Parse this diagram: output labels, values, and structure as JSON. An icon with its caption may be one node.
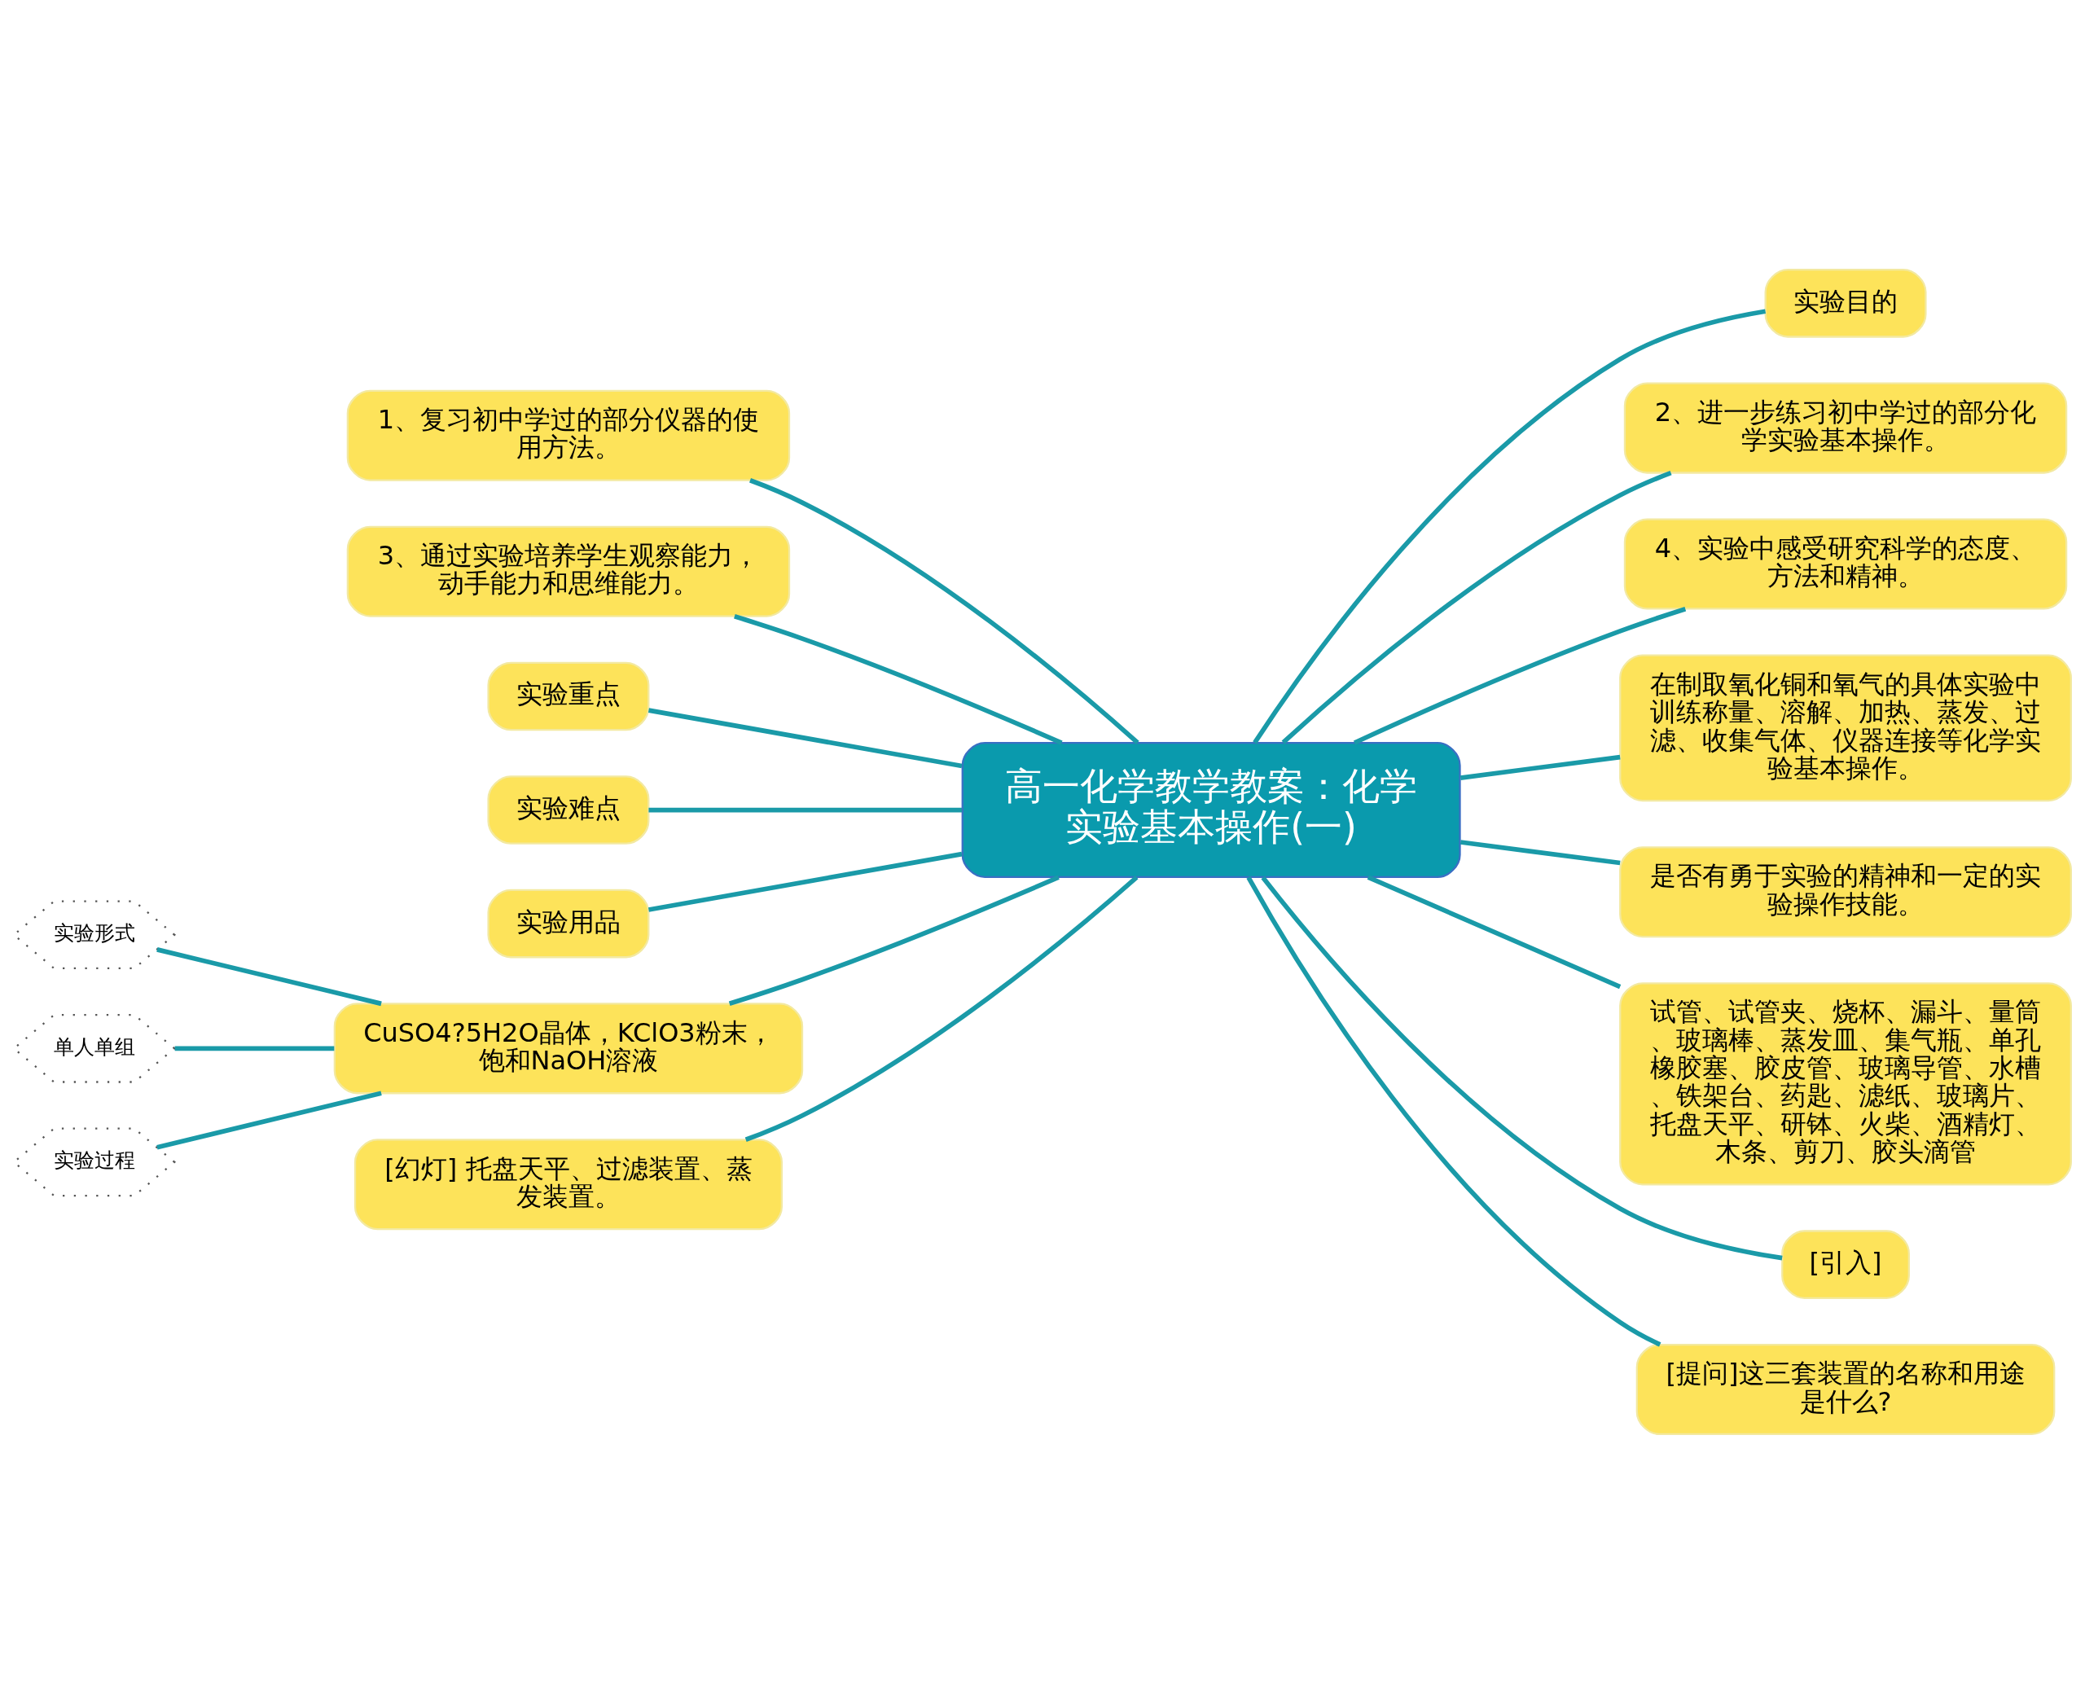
{
  "diagram": {
    "nodes": [
      {
        "text": [
          "高一化学教学教案：化学实验基本操作(一)"
        ]
      },
      {
        "text": [
          "1、复习初中学过的部分仪器的使用方法。"
        ]
      },
      {
        "text": [
          "3、通过实验培养学生观察能力，动手能力和思维能力。"
        ]
      },
      {
        "text": [
          "实验重点"
        ]
      },
      {
        "text": [
          "实验难点"
        ]
      },
      {
        "text": [
          "实验用品"
        ]
      },
      {
        "text": [
          "CuSO4?5H2O晶体，KClO3粉末，饱和NaOH溶液"
        ]
      },
      {
        "text": [
          "[幻灯] 托盘天平、过滤装置、蒸发装置。"
        ]
      },
      {
        "text": [
          "实验形式"
        ]
      },
      {
        "text": [
          "单人单组"
        ]
      },
      {
        "text": [
          "实验过程"
        ]
      },
      {
        "text": [
          "实验目的"
        ]
      },
      {
        "text": [
          "2、进一步练习初中学过的部分化学实验基本操作。"
        ]
      },
      {
        "text": [
          "4、实验中感受研究科学的态度、方法和精神。"
        ]
      },
      {
        "text": [
          "在制取氧化铜和氧气的具体实验中训练称量、溶解、加热、蒸发、过滤、收集气体、仪器连接等化学实验基本操作。"
        ]
      },
      {
        "text": [
          "是否有勇于实验的精神和一定的实验操作技能。"
        ]
      },
      {
        "text": [
          "试管、试管夹、烧杯、漏斗、量筒、玻璃棒、蒸发皿、集气瓶、单孔橡胶塞、胶皮管、玻璃导管、水槽、铁架台、药匙、滤纸、玻璃片、托盘天平、研钵、火柴、酒精灯、木条、剪刀、胶头滴管"
        ]
      },
      {
        "text": [
          "[引入]"
        ]
      },
      {
        "text": [
          "[提问]这三套装置的名称和用途是什么?"
        ]
      }
    ],
    "edges": [
      {
        "from": 0,
        "to": 1,
        "arrow": "none"
      },
      {
        "from": 0,
        "to": 2,
        "arrow": "none"
      },
      {
        "from": 0,
        "to": 3,
        "arrow": "none"
      },
      {
        "from": 0,
        "to": 4,
        "arrow": "none"
      },
      {
        "from": 0,
        "to": 5,
        "arrow": "none"
      },
      {
        "from": 0,
        "to": 6,
        "arrow": "none"
      },
      {
        "from": 0,
        "to": 7,
        "arrow": "none"
      },
      {
        "from": 6,
        "to": 8,
        "arrow": "none"
      },
      {
        "from": 6,
        "to": 9,
        "arrow": "none"
      },
      {
        "from": 6,
        "to": 10,
        "arrow": "none"
      },
      {
        "from": 0,
        "to": 11,
        "arrow": "none"
      },
      {
        "from": 0,
        "to": 12,
        "arrow": "none"
      },
      {
        "from": 0,
        "to": 13,
        "arrow": "none"
      },
      {
        "from": 0,
        "to": 14,
        "arrow": "none"
      },
      {
        "from": 0,
        "to": 15,
        "arrow": "none"
      },
      {
        "from": 0,
        "to": 16,
        "arrow": "none"
      },
      {
        "from": 0,
        "to": 17,
        "arrow": "none"
      },
      {
        "from": 0,
        "to": 18,
        "arrow": "none"
      }
    ]
  }
}
